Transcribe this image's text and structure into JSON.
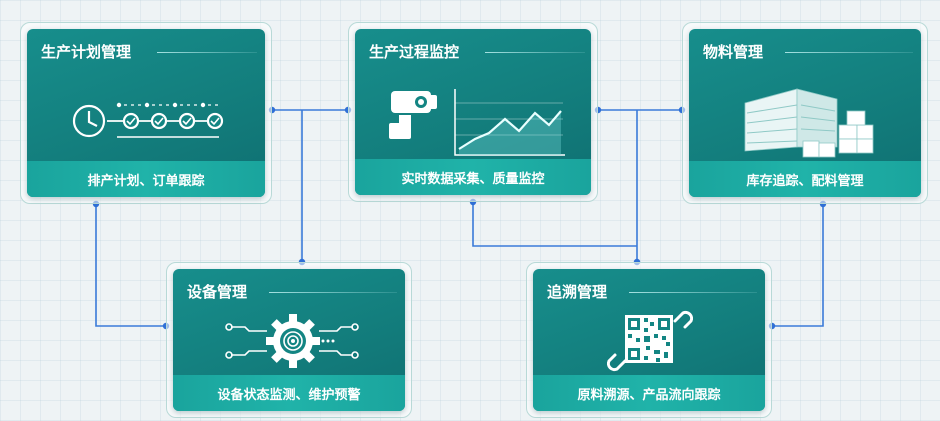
{
  "cards": {
    "planning": {
      "title": "生产计划管理",
      "subtitle": "排产计划、订单跟踪"
    },
    "process": {
      "title": "生产过程监控",
      "subtitle": "实时数据采集、质量监控"
    },
    "material": {
      "title": "物料管理",
      "subtitle": "库存追踪、配料管理"
    },
    "equipment": {
      "title": "设备管理",
      "subtitle": "设备状态监测、维护预警"
    },
    "trace": {
      "title": "追溯管理",
      "subtitle": "原料溯源、产品流向跟踪"
    }
  },
  "icons": {
    "planning": "clock-timeline-icon",
    "process": "camera-chart-icon",
    "material": "warehouse-icon",
    "equipment": "gear-circuit-icon",
    "trace": "qr-code-link-icon"
  },
  "colors": {
    "card": "#148683",
    "footer": "#1fae a6",
    "connector": "#2e6fd6"
  }
}
